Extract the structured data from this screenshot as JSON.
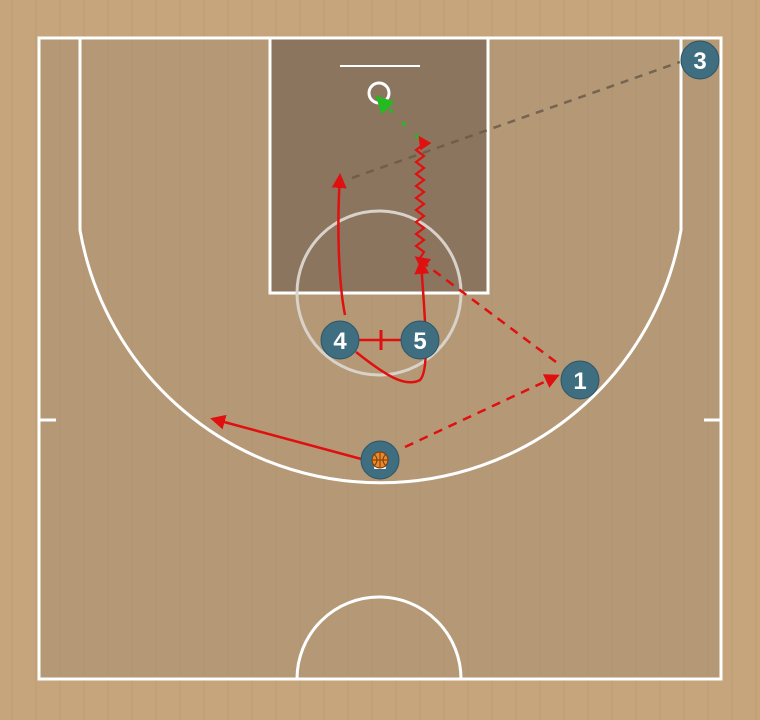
{
  "court": {
    "floor_color": "#c6a57c",
    "inner_color": "#a88f72",
    "paint_color": "#7e6a55",
    "line_color": "#ffffff"
  },
  "players": [
    {
      "id": "p1",
      "label": "1",
      "color": "#3e6e80"
    },
    {
      "id": "p2",
      "label": "2",
      "color": "#3e6e80",
      "has_ball": true
    },
    {
      "id": "p3",
      "label": "3",
      "color": "#3e6e80"
    },
    {
      "id": "p4",
      "label": "4",
      "color": "#3e6e80"
    },
    {
      "id": "p5",
      "label": "5",
      "color": "#3e6e80"
    }
  ],
  "actions": [
    {
      "type": "cut",
      "from": "p2",
      "color": "#e01010"
    },
    {
      "type": "pass",
      "from": "p2",
      "to": "p1",
      "color": "#e01010"
    },
    {
      "type": "pass",
      "from": "p1",
      "to": "p5",
      "color": "#e01010"
    },
    {
      "type": "cut",
      "from": "p4",
      "color": "#e01010"
    },
    {
      "type": "screen",
      "from": "p4",
      "color": "#e01010"
    },
    {
      "type": "dribble",
      "from": "p5",
      "color": "#e01010"
    },
    {
      "type": "shot",
      "from": "p5",
      "color": "#22bb22"
    },
    {
      "type": "vision",
      "from": "p3",
      "color": "#6a5a48"
    }
  ]
}
